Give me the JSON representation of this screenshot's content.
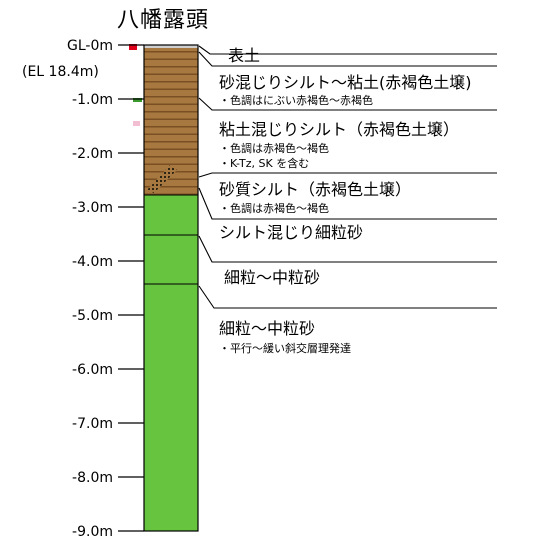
{
  "title": "八幡露頭",
  "elevation_label": "(EL 18.4m)",
  "colors": {
    "soil_brown": "#a7783f",
    "stripe_brown": "#7a4f23",
    "sand_green": "#66c43f",
    "topsoil_marker": "#e0001a",
    "green_marker": "#3a9a2e",
    "pink_marker": "#f2bfd2",
    "line_black": "#000000"
  },
  "depth_labels": [
    {
      "depth": 0,
      "label": "GL-0m"
    },
    {
      "depth": 1,
      "label": "-1.0m"
    },
    {
      "depth": 2,
      "label": "-2.0m"
    },
    {
      "depth": 3,
      "label": "-3.0m"
    },
    {
      "depth": 4,
      "label": "-4.0m"
    },
    {
      "depth": 5,
      "label": "-5.0m"
    },
    {
      "depth": 6,
      "label": "-6.0m"
    },
    {
      "depth": 7,
      "label": "-7.0m"
    },
    {
      "depth": 8,
      "label": "-8.0m"
    },
    {
      "depth": 9,
      "label": "-9.0m"
    }
  ],
  "layers": [
    {
      "name": "表土",
      "notes": []
    },
    {
      "name": "砂混じりシルト～粘土(赤褐色土壌)",
      "notes": [
        "・色調はにぶい赤褐色～赤褐色"
      ]
    },
    {
      "name": "粘土混じりシルト（赤褐色土壌）",
      "notes": [
        "・色調は赤褐色～褐色",
        "・K-Tz, SK を含む"
      ]
    },
    {
      "name": "砂質シルト（赤褐色土壌）",
      "notes": [
        "・色調は赤褐色～褐色"
      ]
    },
    {
      "name": "シルト混じり細粒砂",
      "notes": []
    },
    {
      "name": "細粒～中粒砂",
      "notes": []
    },
    {
      "name": "細粒～中粒砂",
      "notes": [
        "・平行～緩い斜交層理発達"
      ]
    }
  ]
}
